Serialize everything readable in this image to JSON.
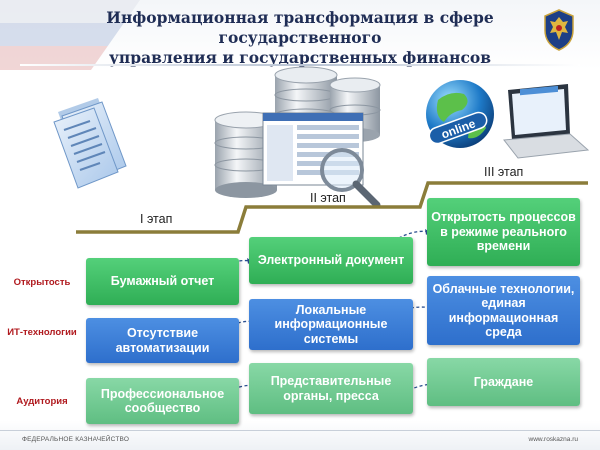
{
  "header": {
    "title_line1": "Информационная трансформация в сфере государственного",
    "title_line2": "управления и государственных финансов"
  },
  "illustrations": {
    "online_badge": "online"
  },
  "stages": [
    "I этап",
    "II этап",
    "III этап"
  ],
  "rows": [
    "Открытость",
    "ИТ-технологии",
    "Аудитория"
  ],
  "boxes": {
    "paper_report": "Бумажный отчет",
    "no_automation": "Отсутствие автоматизации",
    "professional": "Профессиональное сообщество",
    "electronic_doc": "Электронный документ",
    "local_systems": "Локальные информационные системы",
    "representative": "Представительные органы, пресса",
    "open_processes": "Открытость процессов в режиме реального времени",
    "cloud": "Облачные технологии, единая информационная среда",
    "citizens": "Граждане"
  },
  "colors": {
    "green": "#3dbb63",
    "blue": "#3a7dd6",
    "pale_green": "#72c993",
    "stair": "#8b7d3a",
    "row_label": "#b0191e",
    "title": "#1f2d55"
  },
  "footer": {
    "left": "ФЕДЕРАЛЬНОЕ КАЗНАЧЕЙСТВО",
    "right": "www.roskazna.ru"
  }
}
